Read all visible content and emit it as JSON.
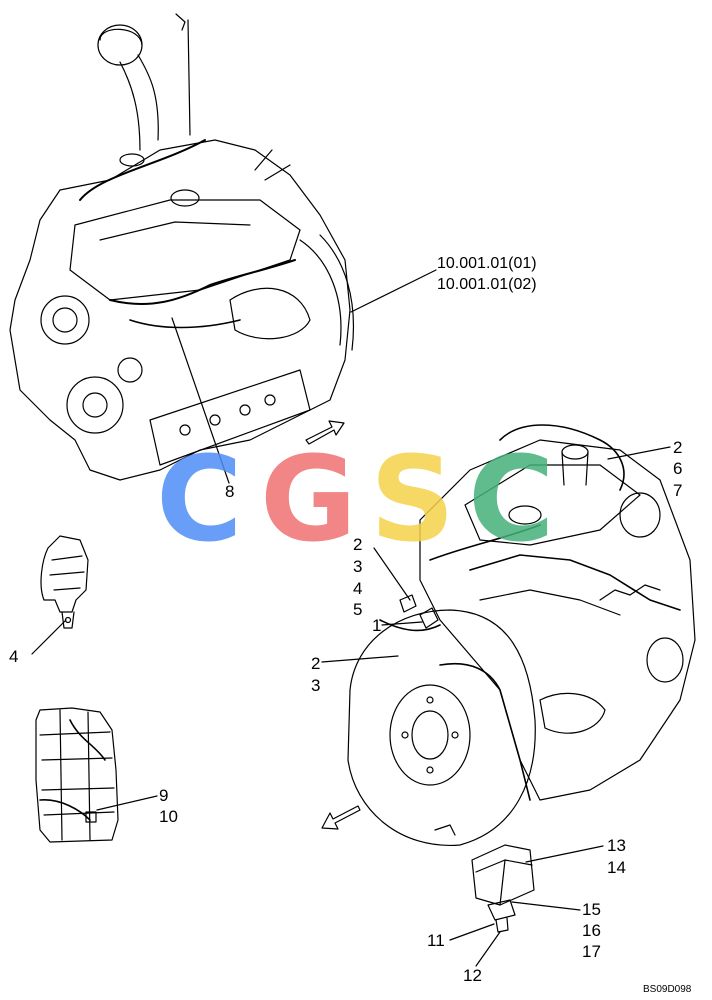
{
  "diagram": {
    "drawing_code": "BS09D098",
    "reference_labels": [
      "10.001.01(01)",
      "10.001.01(02)"
    ],
    "callouts": {
      "c8": "8",
      "c2a": "2",
      "c6": "6",
      "c7": "7",
      "c2b": "2",
      "c3b": "3",
      "c4b": "4",
      "c5": "5",
      "c1": "1",
      "c2c": "2",
      "c3c": "3",
      "c4": "4",
      "c9": "9",
      "c10": "10",
      "c13": "13",
      "c14": "14",
      "c15": "15",
      "c16": "16",
      "c17": "17",
      "c11": "11",
      "c12": "12"
    }
  },
  "watermark": {
    "letters": [
      "C",
      "G",
      "S",
      "C"
    ],
    "colors": [
      "#4f8ef7",
      "#f07070",
      "#f5d24a",
      "#45b07a"
    ]
  }
}
